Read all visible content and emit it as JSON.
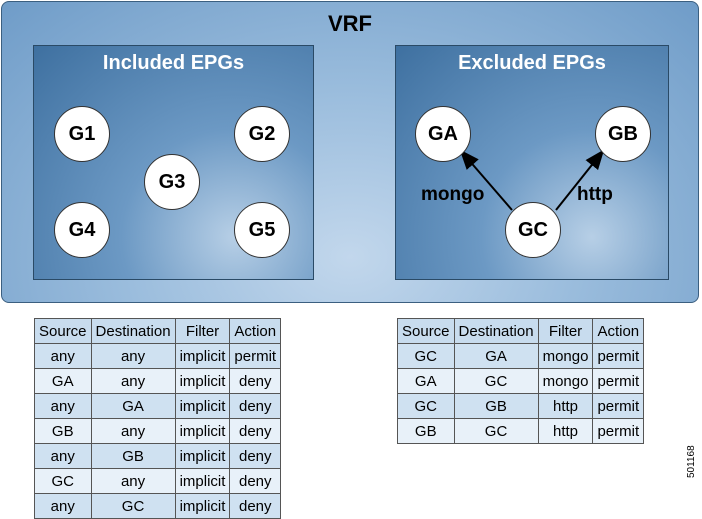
{
  "vrf_title": "VRF",
  "included": {
    "title": "Included EPGs",
    "nodes": [
      "G1",
      "G2",
      "G3",
      "G4",
      "G5"
    ]
  },
  "excluded": {
    "title": "Excluded EPGs",
    "nodes": [
      "GA",
      "GB",
      "GC"
    ],
    "edges": [
      {
        "from": "GC",
        "to": "GA",
        "label": "mongo"
      },
      {
        "from": "GC",
        "to": "GB",
        "label": "http"
      }
    ]
  },
  "included_table": {
    "headers": [
      "Source",
      "Destination",
      "Filter",
      "Action"
    ],
    "rows": [
      [
        "any",
        "any",
        "implicit",
        "permit"
      ],
      [
        "GA",
        "any",
        "implicit",
        "deny"
      ],
      [
        "any",
        "GA",
        "implicit",
        "deny"
      ],
      [
        "GB",
        "any",
        "implicit",
        "deny"
      ],
      [
        "any",
        "GB",
        "implicit",
        "deny"
      ],
      [
        "GC",
        "any",
        "implicit",
        "deny"
      ],
      [
        "any",
        "GC",
        "implicit",
        "deny"
      ]
    ]
  },
  "excluded_table": {
    "headers": [
      "Source",
      "Destination",
      "Filter",
      "Action"
    ],
    "rows": [
      [
        "GC",
        "GA",
        "mongo",
        "permit"
      ],
      [
        "GA",
        "GC",
        "mongo",
        "permit"
      ],
      [
        "GC",
        "GB",
        "http",
        "permit"
      ],
      [
        "GB",
        "GC",
        "http",
        "permit"
      ]
    ]
  },
  "figure_id": "501168"
}
